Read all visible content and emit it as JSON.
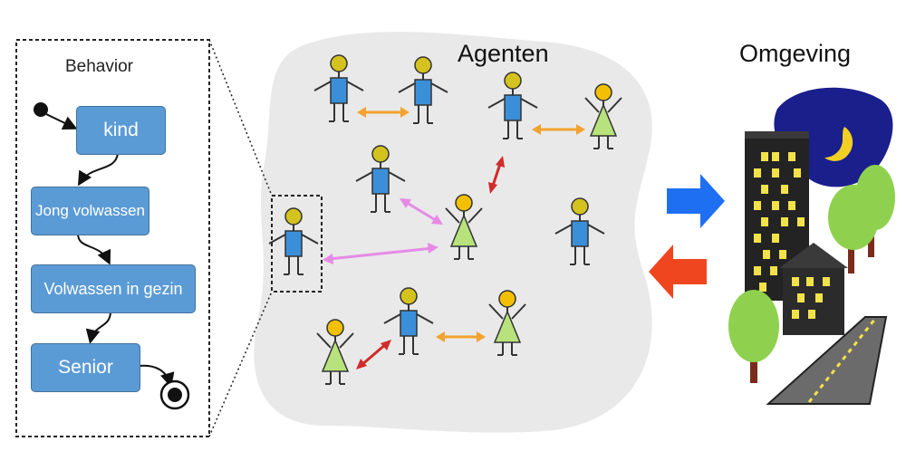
{
  "titles": {
    "agents": "Agenten",
    "environment": "Omgeving",
    "behavior": "Behavior"
  },
  "states": {
    "child": "kind",
    "young_adult": "Jong volwassen",
    "adult_family": "Volwassen in gezin",
    "senior": "Senior"
  },
  "colors": {
    "state_fill": "#5b9bd5",
    "agent_head": "#d4c21e",
    "male_body": "#3b8fd9",
    "female_body": "#b8e27c",
    "arrow_orange": "#f2a22f",
    "arrow_red": "#d12b2b",
    "arrow_pink": "#e68ae6",
    "to_environment_arrow": "#1e6ff2",
    "from_environment_arrow": "#f0461f",
    "cloud": "#e9e9e9"
  },
  "icons": [
    "city-icon",
    "moon-icon",
    "tree-icon",
    "road-icon",
    "male-agent-icon",
    "female-agent-icon"
  ]
}
